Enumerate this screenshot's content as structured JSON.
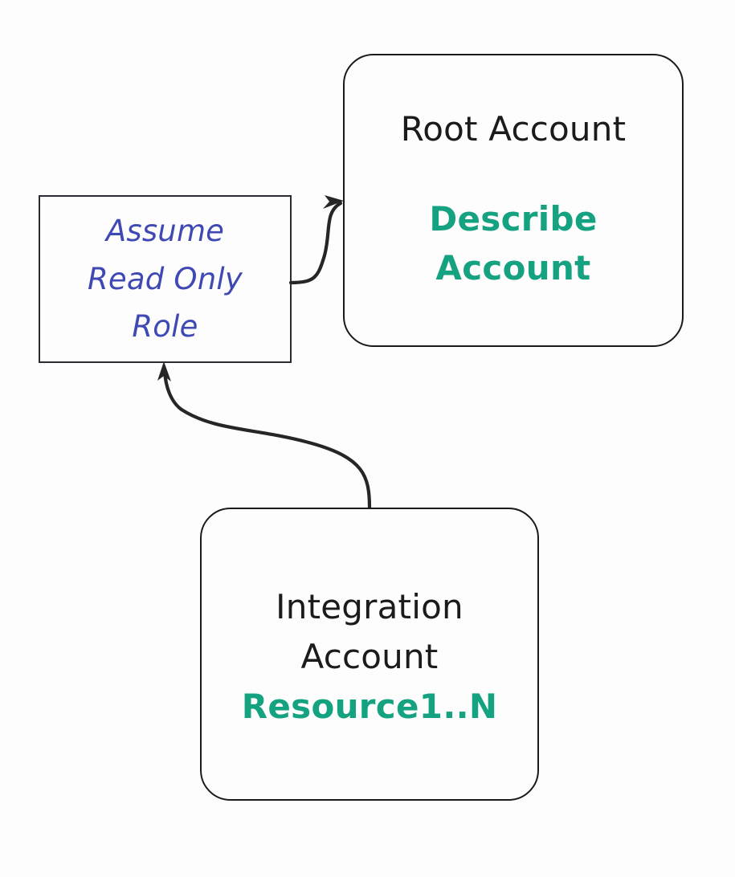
{
  "diagram": {
    "type": "flow-diagram",
    "background_color": "#fdfdfd",
    "palette": {
      "node_border": "#1a1a1a",
      "node_border_plain": "#2b2b33",
      "text_primary": "#1b1b1b",
      "accent_teal": "#15a281",
      "accent_blue": "#3f49b4",
      "edge": "#262626"
    },
    "nodes": [
      {
        "id": "root-account",
        "shape": "rounded-rectangle",
        "title": "Root Account",
        "emphasis_line_1": "Describe",
        "emphasis_line_2": "Account",
        "title_color": "#1b1b1b",
        "emphasis_color": "#15a281"
      },
      {
        "id": "assume-role",
        "shape": "rectangle",
        "label_line_1": "Assume",
        "label_line_2": "Read Only",
        "label_line_3": "Role",
        "label_color": "#3f49b4",
        "label_style": "italic"
      },
      {
        "id": "integration-account",
        "shape": "rounded-rectangle",
        "title_line_1": "Integration",
        "title_line_2": "Account",
        "emphasis": "Resource1..N",
        "title_color": "#1b1b1b",
        "emphasis_color": "#15a281"
      }
    ],
    "edges": [
      {
        "id": "assume-role-to-root-account",
        "from": "assume-role",
        "to": "root-account",
        "style": "curved",
        "arrow": "end",
        "direction": "right-up"
      },
      {
        "id": "integration-account-to-assume-role",
        "from": "integration-account",
        "to": "assume-role",
        "style": "curved",
        "arrow": "end",
        "direction": "left-up"
      }
    ]
  }
}
